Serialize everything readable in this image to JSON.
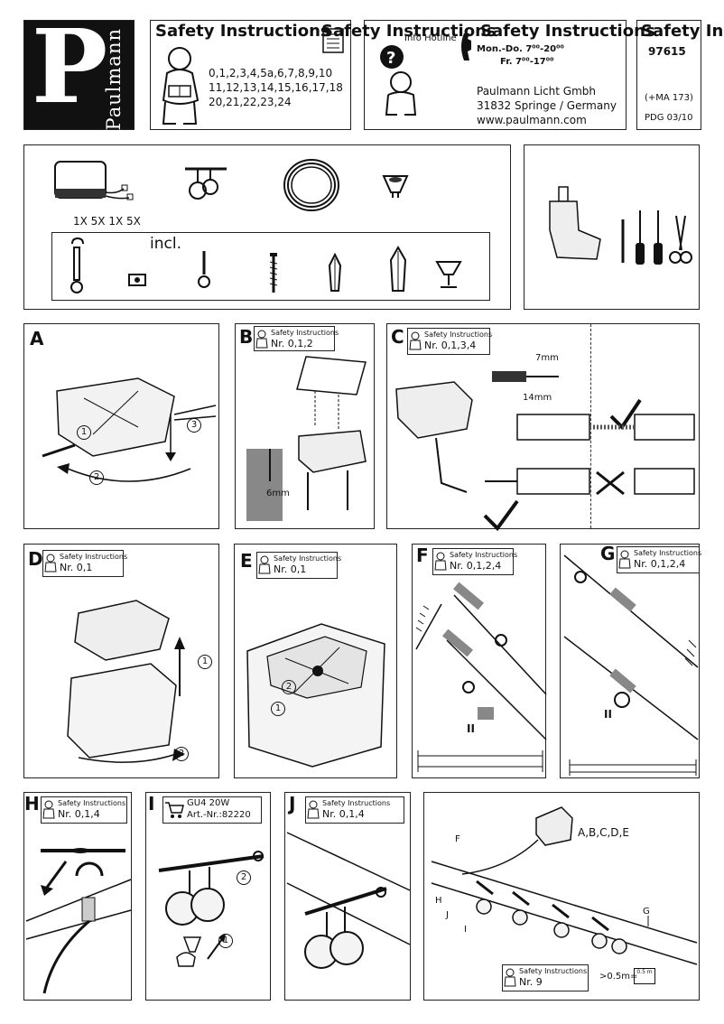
{
  "header": {
    "brand": "Paulmann",
    "brand_letter": "P",
    "safety_title": "Safety Instructions",
    "safety_numbers": [
      "0,1,2,3,4,5a,6,7,8,9,10",
      "11,12,13,14,15,16,17,18",
      "20,21,22,23,24"
    ],
    "hotline_label": "Info Hotline",
    "hotline_line1": "Mon.-Do. 7⁰⁰-20⁰⁰",
    "hotline_line2": "Fr.  7⁰⁰-17⁰⁰",
    "company": "Paulmann Licht Gmbh",
    "address": "31832 Springe / Germany",
    "website": "www.paulmann.com",
    "article_no": "97615",
    "ma_note": "(+MA 173)",
    "pdg": "PDG 03/10"
  },
  "contents": {
    "quantity_label": "1X 5X 1X 5X",
    "incl_label": "incl."
  },
  "panels": {
    "A": {
      "letter": "A",
      "step1": "1",
      "step2": "2",
      "step3": "3"
    },
    "B": {
      "letter": "B",
      "si_label": "Safety Instructions",
      "si_nr": "Nr. 0,1,2",
      "drill_size": "6mm"
    },
    "C": {
      "letter": "C",
      "si_label": "Safety Instructions",
      "si_nr": "Nr. 0,1,3,4",
      "strip_7": "7mm",
      "strip_14": "14mm"
    },
    "D": {
      "letter": "D",
      "si_label": "Safety Instructions",
      "si_nr": "Nr. 0,1",
      "step1": "1",
      "step2": "2"
    },
    "E": {
      "letter": "E",
      "si_label": "Safety Instructions",
      "si_nr": "Nr. 0,1",
      "step1": "1",
      "step2": "2"
    },
    "F": {
      "letter": "F",
      "si_label": "Safety Instructions",
      "si_nr": "Nr. 0,1,2,4",
      "parallel": "II"
    },
    "G": {
      "letter": "G",
      "si_label": "Safety Instructions",
      "si_nr": "Nr. 0,1,2,4",
      "parallel": "II"
    },
    "H": {
      "letter": "H",
      "si_label": "Safety Instructions",
      "si_nr": "Nr. 0,1,4"
    },
    "I": {
      "letter": "I",
      "lamp": "GU4 20W",
      "art_nr": "Art.-Nr.:82220",
      "step1": "1",
      "step2": "2"
    },
    "J": {
      "letter": "J",
      "si_label": "Safety Instructions",
      "si_nr": "Nr. 0,1,4"
    },
    "overview": {
      "label_abcde": "A,B,C,D,E",
      "label_f": "F",
      "label_g": "G",
      "label_h": "H",
      "label_i": "I",
      "label_j": "J",
      "si_label": "Safety Instructions",
      "si_nr": "Nr.  9",
      "distance": ">0.5m=",
      "distance_icon": "0.5 m"
    }
  }
}
